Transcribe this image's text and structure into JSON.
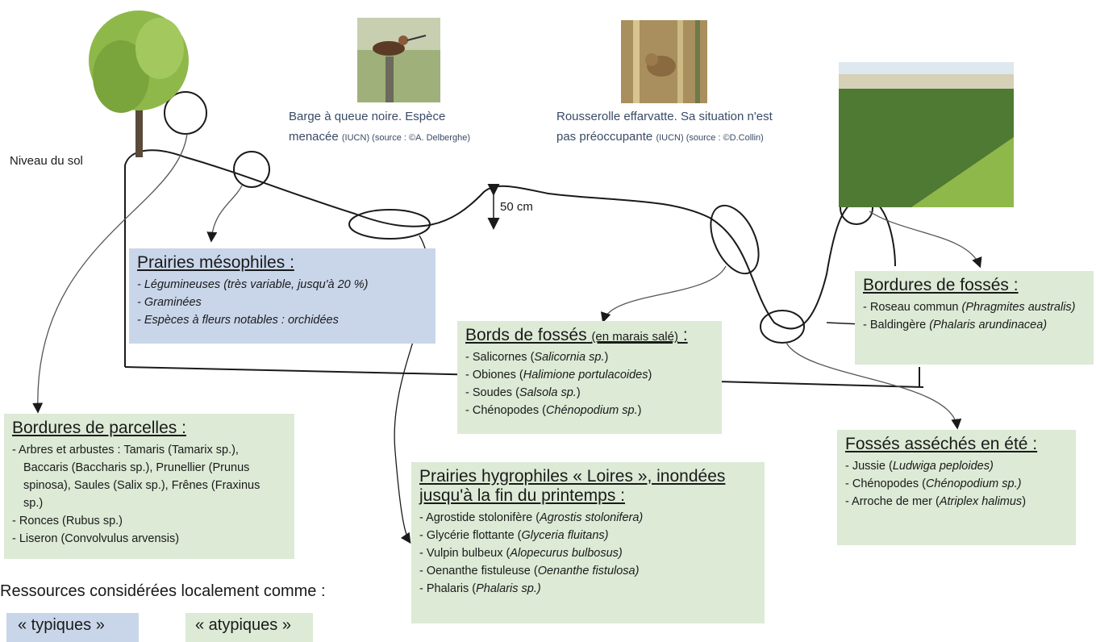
{
  "ground_label": "Niveau du sol",
  "scale_label": "50 cm",
  "captions": {
    "barge": {
      "line1": "Barge à queue noire. Espèce",
      "line2": "menacée",
      "small": "(IUCN) (source : ©A. Delberghe)"
    },
    "rousserolle": {
      "line1": "Rousserolle effarvatte. Sa situation n'est",
      "line2": "pas préoccupante",
      "small": "(IUCN) (source : ©D.Collin)"
    }
  },
  "boxes": {
    "prairies_meso": {
      "title": "Prairies mésophiles :",
      "items": [
        "- Légumineuses (très variable, jusqu'à 20 %)",
        "- Graminées",
        "- Espèces à fleurs notables : orchidées"
      ]
    },
    "bords_fosses": {
      "title": "Bords de fossés",
      "title_sub": "(en marais salé)",
      "title_end": " :",
      "items": [
        {
          "t": "- Salicornes (",
          "i": "Salicornia sp.",
          "e": ")"
        },
        {
          "t": "- Obiones (",
          "i": "Halimione portulacoides",
          "e": ")"
        },
        {
          "t": "- Soudes (",
          "i": "Salsola sp.",
          "e": ")"
        },
        {
          "t": "- Chénopodes (",
          "i": "Chénopodium sp.",
          "e": ")"
        }
      ]
    },
    "bordures_fosses": {
      "title": "Bordures de fossés :",
      "items": [
        {
          "t": "- Roseau commun ",
          "i": "(Phragmites australis)",
          "e": ""
        },
        {
          "t": "- Baldingère ",
          "i": "(Phalaris arundinacea)",
          "e": ""
        }
      ]
    },
    "bordures_parcelles": {
      "title": "Bordures de parcelles :",
      "lines": [
        "- Arbres et arbustes : Tamaris (Tamarix sp.),",
        "Baccaris (Baccharis sp.), Prunellier (Prunus",
        "spinosa), Saules (Salix sp.), Frênes (Fraxinus",
        "sp.)",
        "- Ronces (Rubus sp.)",
        "- Liseron (Convolvulus arvensis)"
      ]
    },
    "prairies_hygro": {
      "title_line1": "Prairies hygrophiles « Loires », inondées",
      "title_line2": "jusqu'à la fin du printemps :",
      "items": [
        {
          "t": "- Agrostide stolonifère (",
          "i": "Agrostis stolonifera)",
          "e": ""
        },
        {
          "t": "- Glycérie flottante (",
          "i": "Glyceria fluitans)",
          "e": ""
        },
        {
          "t": "- Vulpin bulbeux (",
          "i": "Alopecurus bulbosus)",
          "e": ""
        },
        {
          "t": "- Oenanthe fistuleuse (",
          "i": "Oenanthe fistulosa)",
          "e": ""
        },
        {
          "t": "- Phalaris (",
          "i": "Phalaris sp.)",
          "e": ""
        }
      ]
    },
    "fosses_asseches": {
      "title": "Fossés asséchés en été :",
      "items": [
        {
          "t": "- Jussie (",
          "i": "Ludwiga peploides)",
          "e": ""
        },
        {
          "t": "- Chénopodes  (",
          "i": "Chénopodium sp.)",
          "e": ""
        },
        {
          "t": "- Arroche de mer (",
          "i": "Atriplex halimus",
          "e": ")"
        }
      ]
    }
  },
  "legend": {
    "heading": "Ressources considérées localement comme :",
    "typiques": "« typiques »",
    "atypiques": "« atypiques »"
  },
  "colors": {
    "green_box": "#dcead6",
    "blue_box": "#c9d6ea",
    "caption": "#3a4a66"
  }
}
